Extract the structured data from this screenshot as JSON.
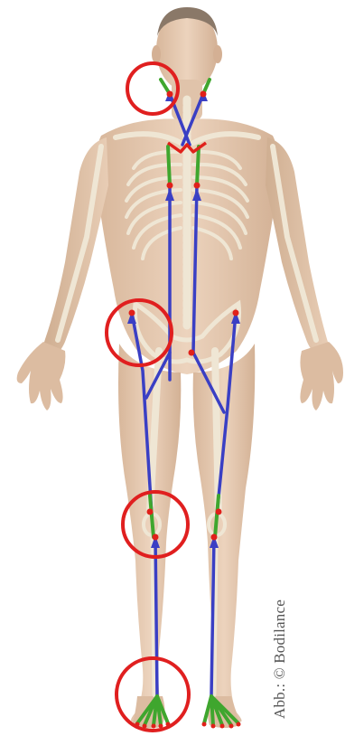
{
  "image_credit": "Abb.: © Bodilance",
  "colors": {
    "skin": "#e6cbb3",
    "skin_shadow": "#c9a98d",
    "bone": "#efe6d4",
    "bone_shadow": "#cfc2a8",
    "hair": "#8a7868",
    "chain_line": "#3a3fc4",
    "muscle_segment": "#3fa62e",
    "joint_point": "#e0201a",
    "highlight_circle": "#e01f1f",
    "background": "#ffffff"
  },
  "highlighted_regions": [
    "neck",
    "hip",
    "knee",
    "foot"
  ]
}
